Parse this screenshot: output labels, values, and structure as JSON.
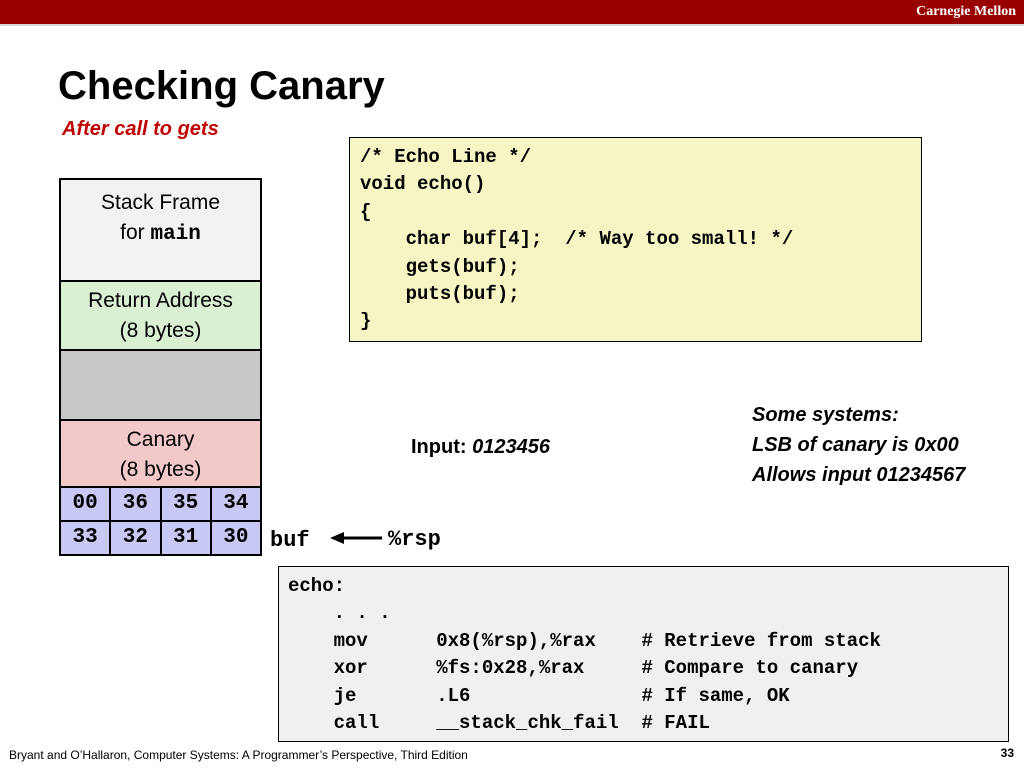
{
  "header": {
    "brand": "Carnegie Mellon"
  },
  "slide": {
    "title": "Checking Canary",
    "subtitle": "After call to gets"
  },
  "stack": {
    "frame_line1": "Stack Frame",
    "frame_line2_prefix": "for",
    "frame_line2_code": "main",
    "return_line1": "Return Address",
    "return_line2": "(8 bytes)",
    "canary_line1": "Canary",
    "canary_line2": "(8 bytes)",
    "byte_rows": [
      [
        "00",
        "36",
        "35",
        "34"
      ],
      [
        "33",
        "32",
        "31",
        "30"
      ]
    ],
    "buf_label": "buf",
    "rsp_label": "%rsp"
  },
  "c_code": "/* Echo Line */\nvoid echo()\n{\n    char buf[4];  /* Way too small! */\n    gets(buf);\n    puts(buf);\n}",
  "input": {
    "label": "Input:",
    "value": "0123456"
  },
  "note": {
    "line1": "Some systems:",
    "line2": "LSB of canary is 0x00",
    "line3": "Allows input 01234567"
  },
  "asm_code": "echo:\n    . . .\n    mov      0x8(%rsp),%rax    # Retrieve from stack\n    xor      %fs:0x28,%rax     # Compare to canary\n    je       .L6               # If same, OK\n    call     __stack_chk_fail  # FAIL",
  "footer": {
    "citation": "Bryant and O’Hallaron, Computer Systems: A Programmer’s Perspective, Third Edition",
    "page": "33"
  }
}
